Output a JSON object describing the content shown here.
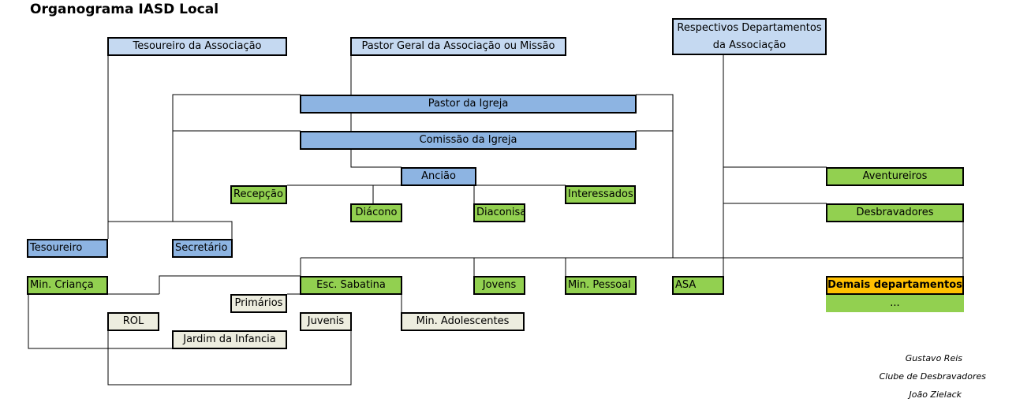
{
  "title": "Organograma IASD Local",
  "colors": {
    "light_blue": "#c5d9f1",
    "blue": "#8db4e2",
    "green": "#92d050",
    "cream": "#ededdf",
    "orange": "#ffc000"
  },
  "nodes": {
    "tesoureiro_associacao": "Tesoureiro da Associação",
    "pastor_geral": "Pastor Geral da Associação ou Missão",
    "departamentos_associacao": "Respectivos Departamentos da Associação",
    "pastor_igreja": "Pastor da Igreja",
    "comissao_igreja": "Comissão da Igreja",
    "anciao": "Ancião",
    "recepcao": "Recepção",
    "interessados": "Interessados",
    "diacono": "Diácono",
    "diaconisa": "Diaconisa",
    "aventureiros": "Aventureiros",
    "desbravadores": "Desbravadores",
    "tesoureiro": "Tesoureiro",
    "secretario": "Secretário",
    "min_crianca": "Min. Criança",
    "esc_sabatina": "Esc. Sabatina",
    "jovens": "Jovens",
    "min_pessoal": "Min. Pessoal",
    "asa": "ASA",
    "demais_departamentos": "Demais departamentos",
    "ellipsis": "...",
    "primarios": "Primários",
    "rol": "ROL",
    "juvenis": "Juvenis",
    "min_adolescentes": "Min. Adolescentes",
    "jardim_infancia": "Jardim da Infancia"
  },
  "credits": [
    "Gustavo Reis",
    "Clube de Desbravadores",
    "João Zielack"
  ]
}
